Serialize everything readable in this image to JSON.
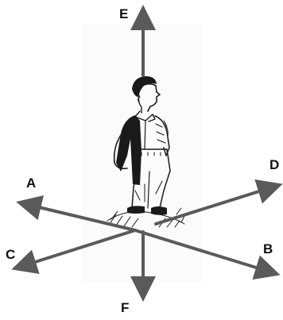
{
  "diagram": {
    "axes": [
      {
        "id": "E",
        "label": "E"
      },
      {
        "id": "F",
        "label": "F"
      },
      {
        "id": "A",
        "label": "A"
      },
      {
        "id": "B",
        "label": "B"
      },
      {
        "id": "C",
        "label": "C"
      },
      {
        "id": "D",
        "label": "D"
      }
    ],
    "colors": {
      "arrow": "#5a5a5a",
      "ink": "#1a1a1a",
      "label": "#111111",
      "background": "#ffffff"
    },
    "illustration": "standing-boy-engraving"
  }
}
